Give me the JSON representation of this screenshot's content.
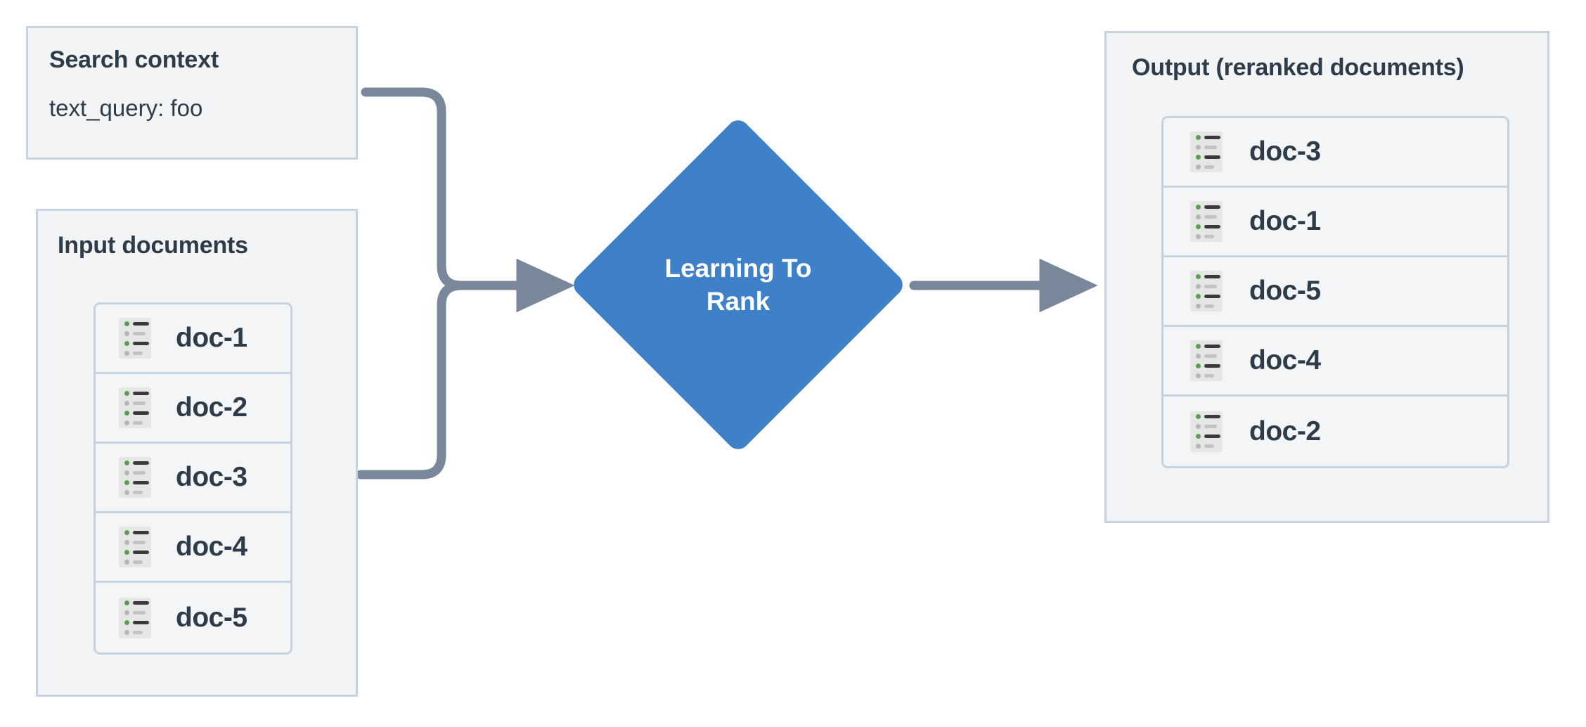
{
  "diagram": {
    "title": "Learning To Rank pipeline",
    "colors": {
      "panel_fill": "#f2f4f6",
      "panel_border": "#c6d2dd",
      "text": "#2e3b49",
      "accent_blue": "#3e81c8",
      "connector": "#78889a",
      "icon_green": "#55a24d",
      "icon_grey": "#b6b6b6"
    }
  },
  "search_context": {
    "title": "Search context",
    "query_line": "text_query: foo"
  },
  "input_panel": {
    "title": "Input documents",
    "documents": [
      {
        "label": "doc-1",
        "icon": "document-list-icon"
      },
      {
        "label": "doc-2",
        "icon": "document-list-icon"
      },
      {
        "label": "doc-3",
        "icon": "document-list-icon"
      },
      {
        "label": "doc-4",
        "icon": "document-list-icon"
      },
      {
        "label": "doc-5",
        "icon": "document-list-icon"
      }
    ]
  },
  "process": {
    "label_line1": "Learning To",
    "label_line2": "Rank",
    "shape": "diamond"
  },
  "output_panel": {
    "title": "Output (reranked documents)",
    "documents": [
      {
        "label": "doc-3",
        "icon": "document-list-icon"
      },
      {
        "label": "doc-1",
        "icon": "document-list-icon"
      },
      {
        "label": "doc-5",
        "icon": "document-list-icon"
      },
      {
        "label": "doc-4",
        "icon": "document-list-icon"
      },
      {
        "label": "doc-2",
        "icon": "document-list-icon"
      }
    ]
  },
  "connectors": [
    {
      "name": "search-context-to-ltr",
      "from": "search_context",
      "to": "process"
    },
    {
      "name": "input-documents-to-ltr",
      "from": "input_panel",
      "to": "process"
    },
    {
      "name": "ltr-to-output",
      "from": "process",
      "to": "output_panel"
    }
  ]
}
